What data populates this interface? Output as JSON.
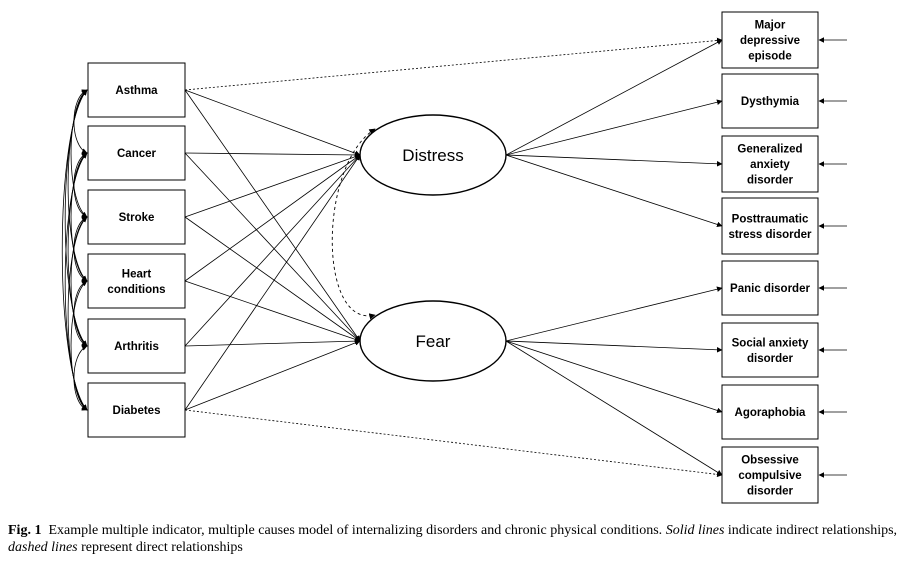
{
  "causes": [
    {
      "id": "asthma",
      "lines": [
        "Asthma"
      ]
    },
    {
      "id": "cancer",
      "lines": [
        "Cancer"
      ]
    },
    {
      "id": "stroke",
      "lines": [
        "Stroke"
      ]
    },
    {
      "id": "heart",
      "lines": [
        "Heart",
        "conditions"
      ]
    },
    {
      "id": "arthritis",
      "lines": [
        "Arthritis"
      ]
    },
    {
      "id": "diabetes",
      "lines": [
        "Diabetes"
      ]
    }
  ],
  "latents": [
    {
      "id": "distress",
      "label": "Distress"
    },
    {
      "id": "fear",
      "label": "Fear"
    }
  ],
  "indicators": [
    {
      "id": "mde",
      "lines": [
        "Major",
        "depressive",
        "episode"
      ],
      "factor": "distress"
    },
    {
      "id": "dysthymia",
      "lines": [
        "Dysthymia"
      ],
      "factor": "distress"
    },
    {
      "id": "gad",
      "lines": [
        "Generalized",
        "anxiety",
        "disorder"
      ],
      "factor": "distress"
    },
    {
      "id": "ptsd",
      "lines": [
        "Posttraumatic",
        "stress disorder"
      ],
      "factor": "distress"
    },
    {
      "id": "panic",
      "lines": [
        "Panic disorder"
      ],
      "factor": "fear"
    },
    {
      "id": "social",
      "lines": [
        "Social anxiety",
        "disorder"
      ],
      "factor": "fear"
    },
    {
      "id": "agoraphobia",
      "lines": [
        "Agoraphobia"
      ],
      "factor": "fear"
    },
    {
      "id": "ocd",
      "lines": [
        "Obsessive",
        "compulsive",
        "disorder"
      ],
      "factor": "fear"
    }
  ],
  "direct_paths": [
    {
      "from": "asthma",
      "to": "mde"
    },
    {
      "from": "diabetes",
      "to": "ocd"
    }
  ],
  "caption": {
    "label": "Fig. 1",
    "text_1": "Example multiple indicator, multiple causes model of internalizing disorders and chronic physical conditions.",
    "solid": "Solid lines",
    "text_2": "indicate indirect relationships,",
    "dashed": "dashed lines",
    "text_3": "represent direct relationships"
  }
}
